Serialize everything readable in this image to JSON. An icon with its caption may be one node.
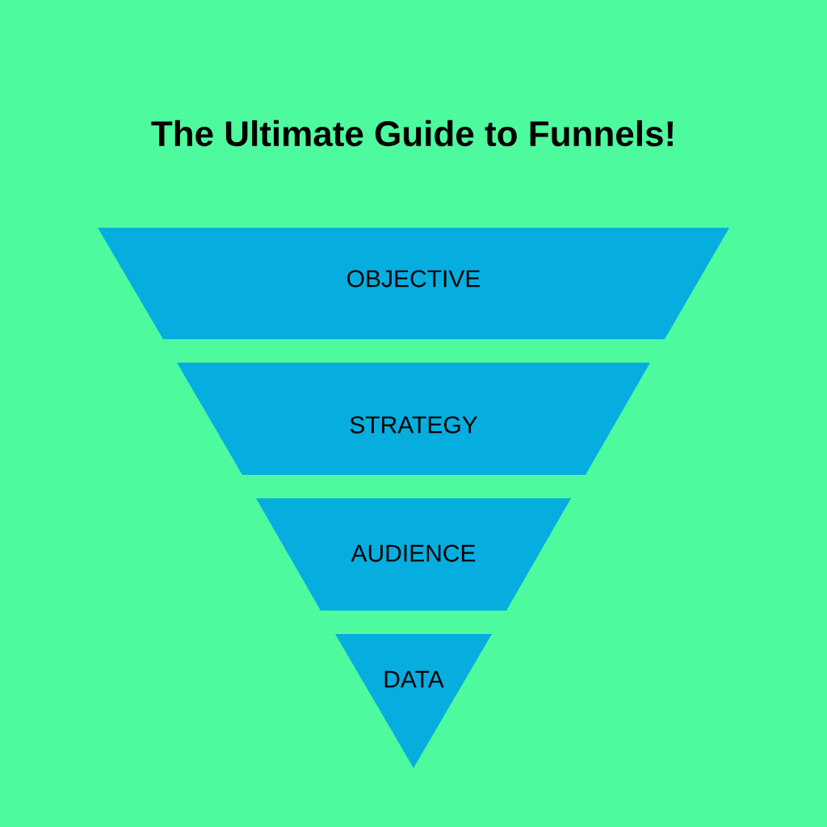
{
  "diagram": {
    "title": "The Ultimate Guide to Funnels!",
    "nodes": [
      {
        "text": [
          "OBJECTIVE"
        ]
      },
      {
        "text": [
          "STRATEGY"
        ]
      },
      {
        "text": [
          "AUDIENCE"
        ]
      },
      {
        "text": [
          "DATA"
        ]
      }
    ]
  }
}
